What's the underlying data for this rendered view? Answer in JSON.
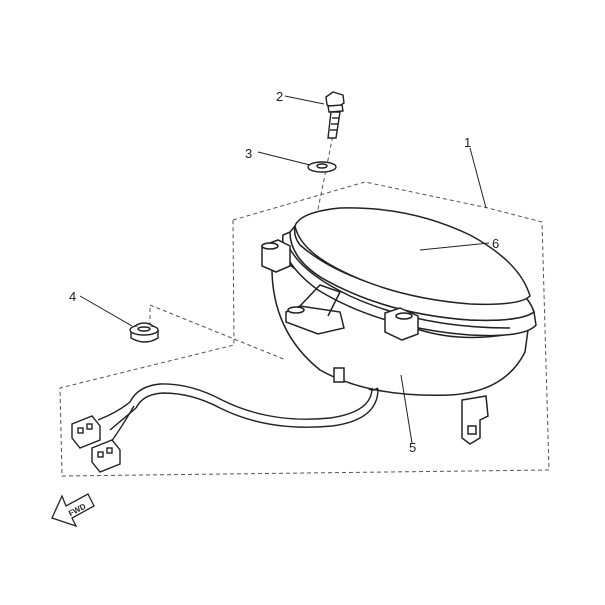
{
  "callouts": [
    {
      "id": "1",
      "label": "1"
    },
    {
      "id": "2",
      "label": "2"
    },
    {
      "id": "3",
      "label": "3"
    },
    {
      "id": "4",
      "label": "4"
    },
    {
      "id": "5",
      "label": "5"
    },
    {
      "id": "6",
      "label": "6"
    }
  ],
  "direction_badge": {
    "label": "FWD"
  }
}
